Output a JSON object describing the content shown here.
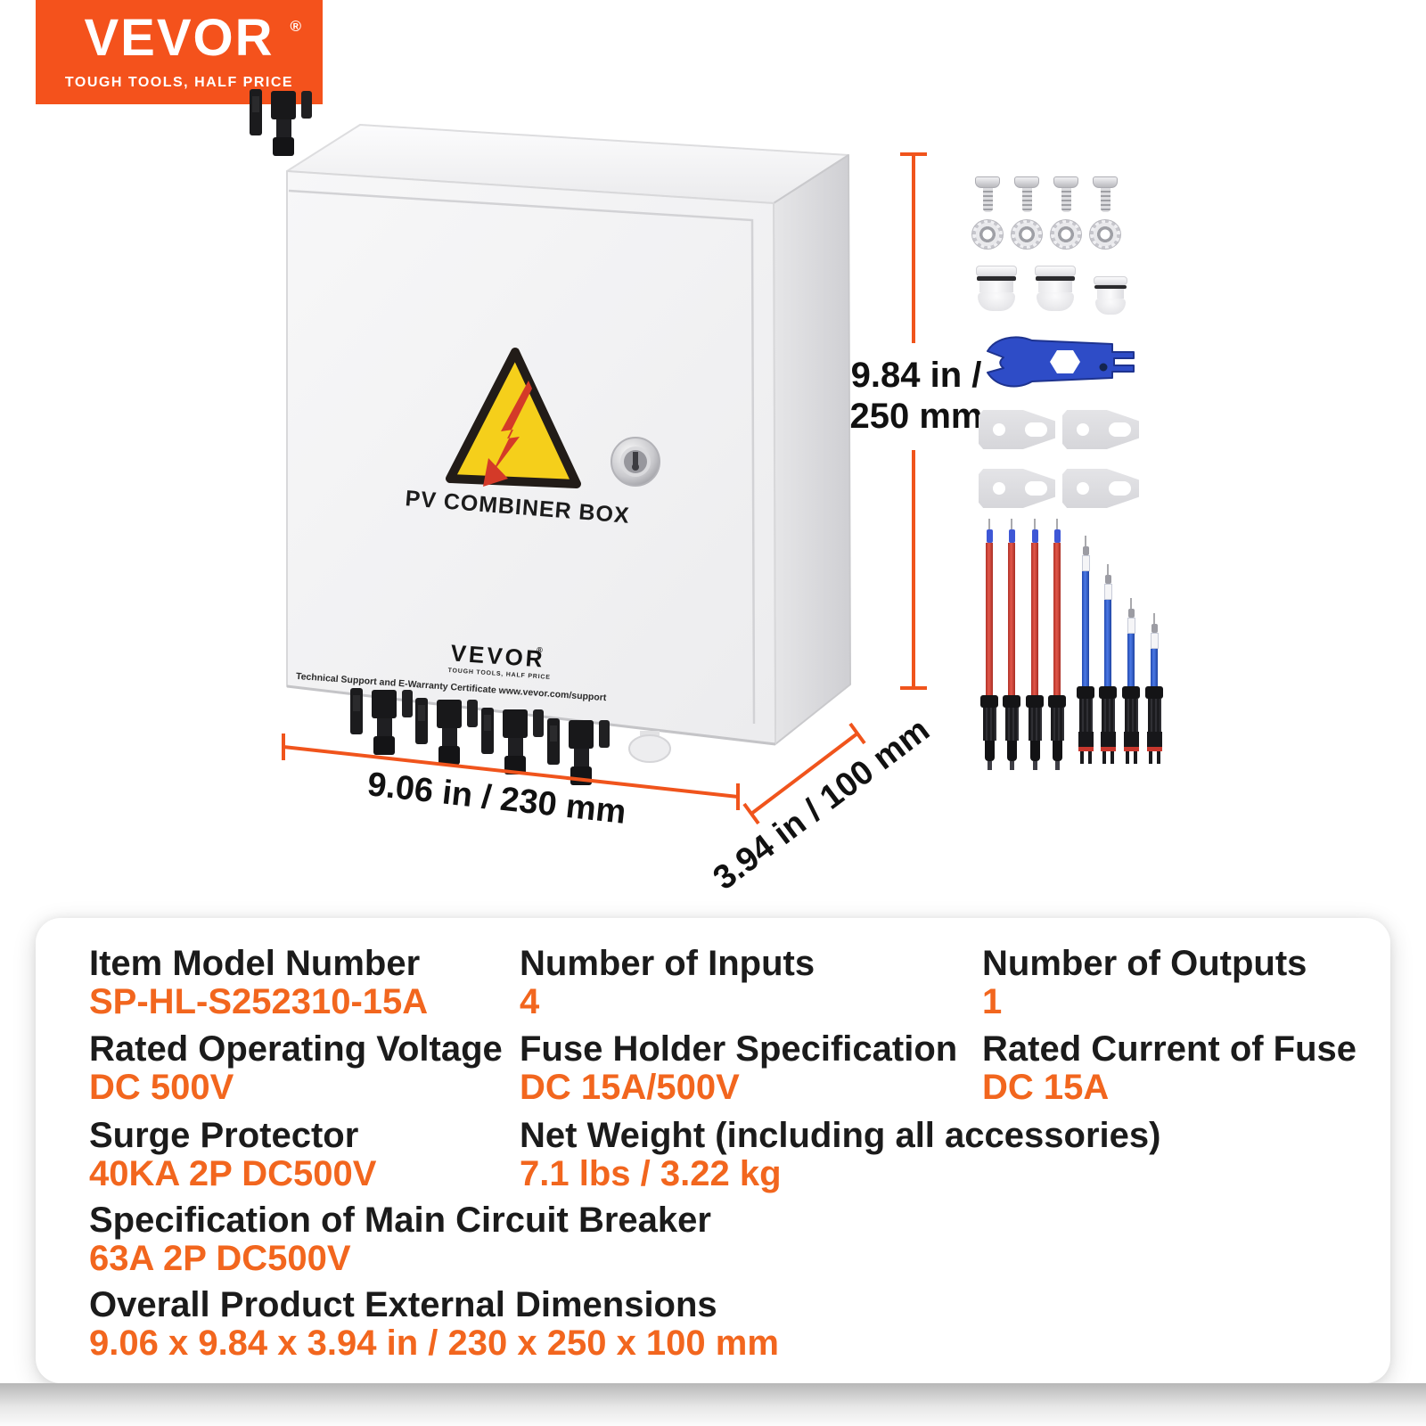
{
  "header": {
    "brand": "VEVOR",
    "registered": "®",
    "tagline": "TOUGH TOOLS, HALF PRICE"
  },
  "box": {
    "warning_caption": "PV COMBINER BOX",
    "brand": "VEVOR",
    "registered": "®",
    "brand_tagline": "TOUGH TOOLS, HALF PRICE",
    "support_line": "Technical Support and E-Warranty Certificate www.vevor.com/support"
  },
  "dimensions": {
    "width": "9.06 in / 230 mm",
    "height_line1": "9.84 in /",
    "height_line2": "250 mm",
    "depth": "3.94 in / 100 mm"
  },
  "accessories": {
    "items": [
      "flat-head-screws-x4",
      "flange-nuts-x4",
      "cable-glands-x3",
      "mc4-spanner-wrench",
      "mounting-plates-x4",
      "pv-cables-red-x4",
      "pv-cables-blue-x4"
    ]
  },
  "specs": [
    {
      "label": "Item Model Number",
      "value": "SP-HL-S252310-15A"
    },
    {
      "label": "Number of Inputs",
      "value": "4"
    },
    {
      "label": "Number of Outputs",
      "value": "1"
    },
    {
      "label": "Rated Operating Voltage",
      "value": "DC 500V"
    },
    {
      "label": "Fuse Holder Specification",
      "value": "DC 15A/500V"
    },
    {
      "label": "Rated Current of Fuse",
      "value": "DC 15A"
    },
    {
      "label": "Surge Protector",
      "value": "40KA 2P DC500V"
    },
    {
      "label": "Net Weight (including all accessories)",
      "value": "7.1 lbs / 3.22 kg"
    },
    {
      "label": "Specification of Main Circuit Breaker",
      "value": "63A 2P DC500V"
    },
    {
      "label": "Overall Product External Dimensions",
      "value": "9.06 x 9.84 x 3.94 in / 230 x 250 x 100 mm"
    }
  ],
  "colors": {
    "accent_orange": "#F4521C",
    "value_orange": "#F2661E",
    "dimension_line_orange": "#F0541C",
    "warning_yellow": "#F5CF1B",
    "bolt_red": "#D43A28",
    "wrench_blue": "#2E4CC7"
  }
}
